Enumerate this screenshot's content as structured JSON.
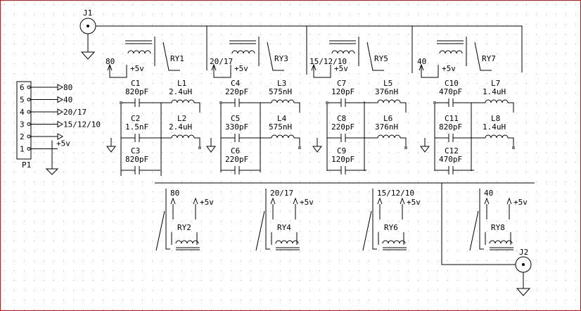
{
  "colors": {
    "background": "#ffffff",
    "frame": "#e01010",
    "wire": "#000000",
    "node": "#808080",
    "grid": "#b0b0b0"
  },
  "connectors": {
    "j1": {
      "ref": "J1"
    },
    "j2": {
      "ref": "J2"
    },
    "p1": {
      "ref": "P1",
      "pins": [
        {
          "num": "6",
          "net": "80"
        },
        {
          "num": "5",
          "net": "40"
        },
        {
          "num": "4",
          "net": "20/17"
        },
        {
          "num": "3",
          "net": "15/12/10"
        },
        {
          "num": "2",
          "net": ""
        },
        {
          "num": "1",
          "net": "+5v"
        }
      ]
    }
  },
  "relays": [
    {
      "ref": "RY1",
      "band": "80",
      "supply": "+5v"
    },
    {
      "ref": "RY2",
      "band": "80",
      "supply": "+5v"
    },
    {
      "ref": "RY3",
      "band": "20/17",
      "supply": "+5v"
    },
    {
      "ref": "RY4",
      "band": "20/17",
      "supply": "+5v"
    },
    {
      "ref": "RY5",
      "band": "15/12/10",
      "supply": "+5v"
    },
    {
      "ref": "RY6",
      "band": "15/12/10",
      "supply": "+5v"
    },
    {
      "ref": "RY7",
      "band": "40",
      "supply": "+5v"
    },
    {
      "ref": "RY8",
      "band": "40",
      "supply": "+5v"
    }
  ],
  "capacitors": [
    {
      "ref": "C1",
      "value": "820pF"
    },
    {
      "ref": "C2",
      "value": "1.5nF"
    },
    {
      "ref": "C3",
      "value": "820pF"
    },
    {
      "ref": "C4",
      "value": "220pF"
    },
    {
      "ref": "C5",
      "value": "330pF"
    },
    {
      "ref": "C6",
      "value": "220pF"
    },
    {
      "ref": "C7",
      "value": "120pF"
    },
    {
      "ref": "C8",
      "value": "220pF"
    },
    {
      "ref": "C9",
      "value": "120pF"
    },
    {
      "ref": "C10",
      "value": "470pF"
    },
    {
      "ref": "C11",
      "value": "820pF"
    },
    {
      "ref": "C12",
      "value": "470pF"
    }
  ],
  "inductors": [
    {
      "ref": "L1",
      "value": "2.4uH"
    },
    {
      "ref": "L2",
      "value": "2.4uH"
    },
    {
      "ref": "L3",
      "value": "575nH"
    },
    {
      "ref": "L4",
      "value": "575nH"
    },
    {
      "ref": "L5",
      "value": "376nH"
    },
    {
      "ref": "L6",
      "value": "376nH"
    },
    {
      "ref": "L7",
      "value": "1.4uH"
    },
    {
      "ref": "L8",
      "value": "1.4uH"
    }
  ]
}
